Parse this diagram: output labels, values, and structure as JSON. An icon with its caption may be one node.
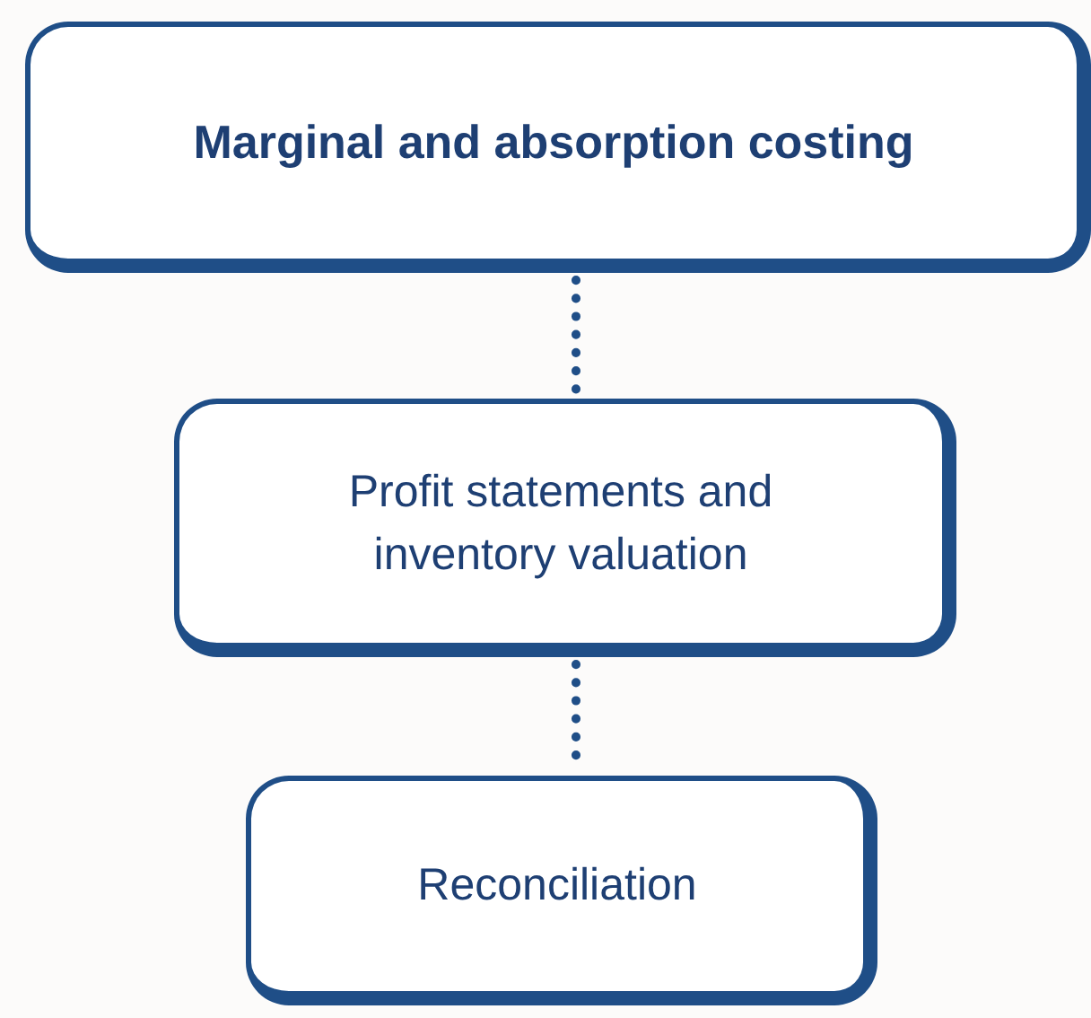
{
  "diagram": {
    "nodes": [
      {
        "text": [
          "Marginal and absorption costing"
        ]
      },
      {
        "text": [
          "Profit statements and inventory valuation"
        ]
      },
      {
        "text": [
          "Reconciliation"
        ]
      }
    ],
    "edges": [
      {
        "from": 0,
        "to": 1,
        "arrow": "none",
        "style": "dashed"
      },
      {
        "from": 1,
        "to": 2,
        "arrow": "none",
        "style": "dashed"
      }
    ]
  }
}
